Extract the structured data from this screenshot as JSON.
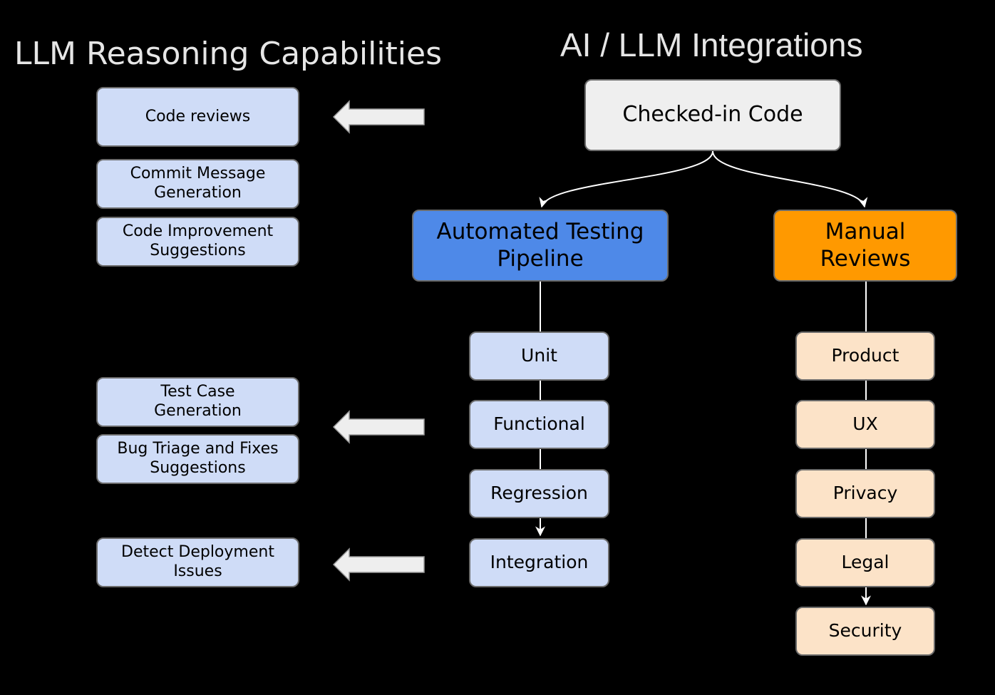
{
  "titles": {
    "left": "LLM Reasoning Capabilities",
    "right": "AI / LLM Integrations"
  },
  "source_node": {
    "label": "Checked-in Code"
  },
  "pipeline": {
    "label": "Automated Testing Pipeline",
    "stages": [
      "Unit",
      "Functional",
      "Regression",
      "Integration"
    ]
  },
  "manual": {
    "label": "Manual Reviews",
    "stages": [
      "Product",
      "UX",
      "Privacy",
      "Legal",
      "Security"
    ]
  },
  "llm_capabilities": [
    "Code reviews",
    "Commit Message Generation",
    "Code Improvement Suggestions",
    "Test Case Generation",
    "Bug Triage and Fixes Suggestions",
    "Detect Deployment Issues"
  ],
  "colors": {
    "background": "#000000",
    "title_text": "#e6e6e6",
    "source_fill": "#efefef",
    "pipeline_fill": "#4e89e8",
    "manual_fill": "#ff9900",
    "test_stage_fill": "#cfdcf7",
    "review_stage_fill": "#fce3c8",
    "capability_fill": "#cfdcf7",
    "arrow_fill": "#eeeeee",
    "connector": "#ffffff"
  }
}
